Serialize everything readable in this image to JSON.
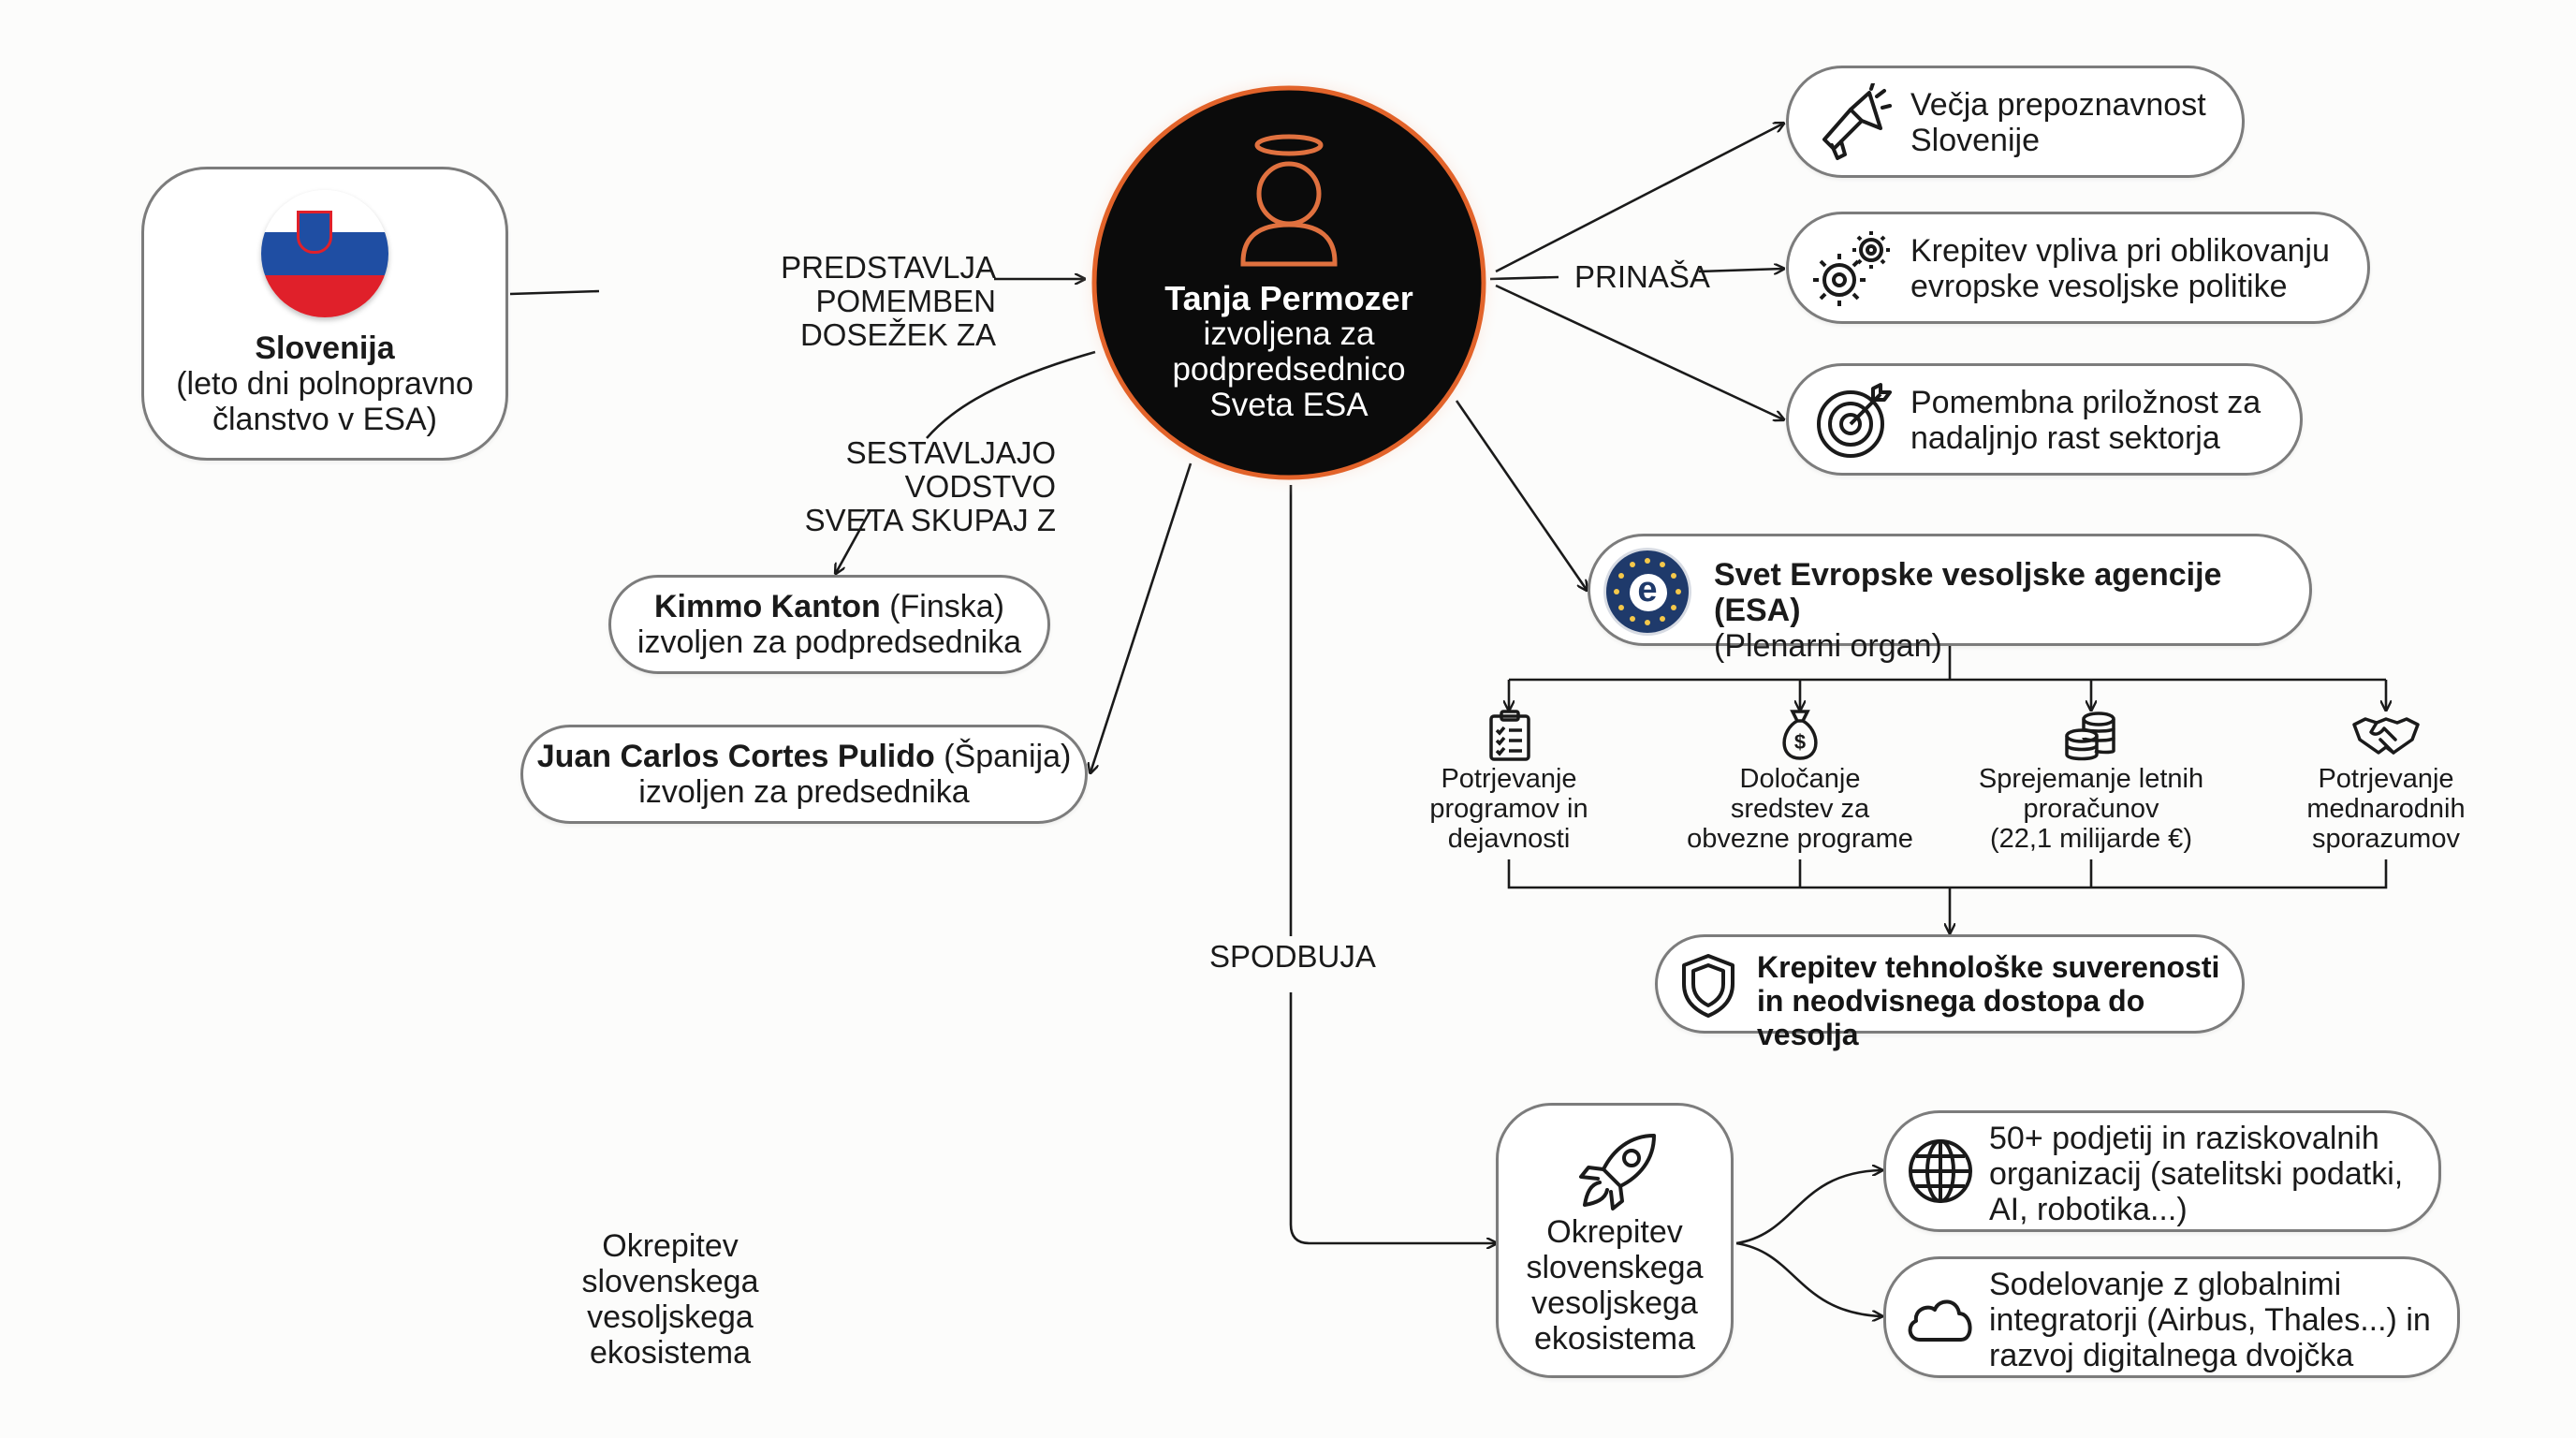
{
  "center": {
    "name": "Tanja Permozer",
    "line2": "izvoljena za",
    "line3": "podpredsednico",
    "line4": "Sveta ESA"
  },
  "slovenia": {
    "title": "Slovenija",
    "line2": "(leto dni polnopravno",
    "line3": "članstvo v ESA)"
  },
  "labels": {
    "represents_1": "PREDSTAVLJA POMEMBEN",
    "represents_2": "DOSEŽEK ZA",
    "brings": "PRINAŠA",
    "leadership_1": "SESTAVLJAJO VODSTVO",
    "leadership_2": "SVETA SKUPAJ Z",
    "encourages": "SPODBUJA"
  },
  "benefits": [
    {
      "line1": "Večja prepoznavnost",
      "line2": "Slovenije",
      "icon": "megaphone-icon"
    },
    {
      "line1": "Krepitev vpliva pri oblikovanju",
      "line2": "evropske vesoljske politike",
      "icon": "gears-icon"
    },
    {
      "line1": "Pomembna priložnost za",
      "line2": "nadaljnjo rast sektorja",
      "icon": "target-icon"
    }
  ],
  "kimmo": {
    "name": "Kimmo Kanton",
    "country": " (Finska)",
    "line2": "izvoljen za podpredsednika"
  },
  "juan": {
    "name": "Juan Carlos Cortes Pulido",
    "country": " (Španija)",
    "line2": "izvoljen za predsednika"
  },
  "esa": {
    "title": "Svet Evropske vesoljske agencije (ESA)",
    "subtitle": "(Plenarni organ)",
    "logo_letter": "e"
  },
  "functions": [
    {
      "lines": [
        "Potrjevanje",
        "programov in",
        "dejavnosti"
      ],
      "icon": "checklist-icon"
    },
    {
      "lines": [
        "Določanje",
        "sredstev za",
        "obvezne programe"
      ],
      "icon": "money-bag-icon"
    },
    {
      "lines": [
        "Sprejemanje letnih",
        "proračunov",
        "(22,1 milijarde €)"
      ],
      "icon": "coins-icon"
    },
    {
      "lines": [
        "Potrjevanje",
        "mednarodnih",
        "sporazumov"
      ],
      "icon": "handshake-icon"
    }
  ],
  "sovereignty": {
    "line1": "Krepitev tehnološke suverenosti",
    "line2": "in neodvisnega dostopa do vesolja"
  },
  "ecosystem": {
    "lines": [
      "Okrepitev",
      "slovenskega",
      "vesoljskega",
      "ekosistema"
    ]
  },
  "ecosystem_ghost": {
    "lines": [
      "Okrepitev",
      "slovenskega",
      "vesoljskega",
      "ekosistema"
    ]
  },
  "eco_items": [
    {
      "lines": [
        "50+ podjetij in raziskovalnih",
        "organizacij (satelitski podatki,",
        "AI, robotika...)"
      ],
      "icon": "globe-icon"
    },
    {
      "lines": [
        "Sodelovanje z globalnimi",
        "integratorji (Airbus, Thales...) in",
        "razvoj digitalnega dvojčka"
      ],
      "icon": "cloud-icon"
    }
  ],
  "colors": {
    "center_fill": "#0b0b0b",
    "center_glow": "#e2632a",
    "flag_white": "#ffffff",
    "flag_blue": "#1f4ea3",
    "flag_red": "#e0202a",
    "esa_blue": "#1f3a6b"
  }
}
